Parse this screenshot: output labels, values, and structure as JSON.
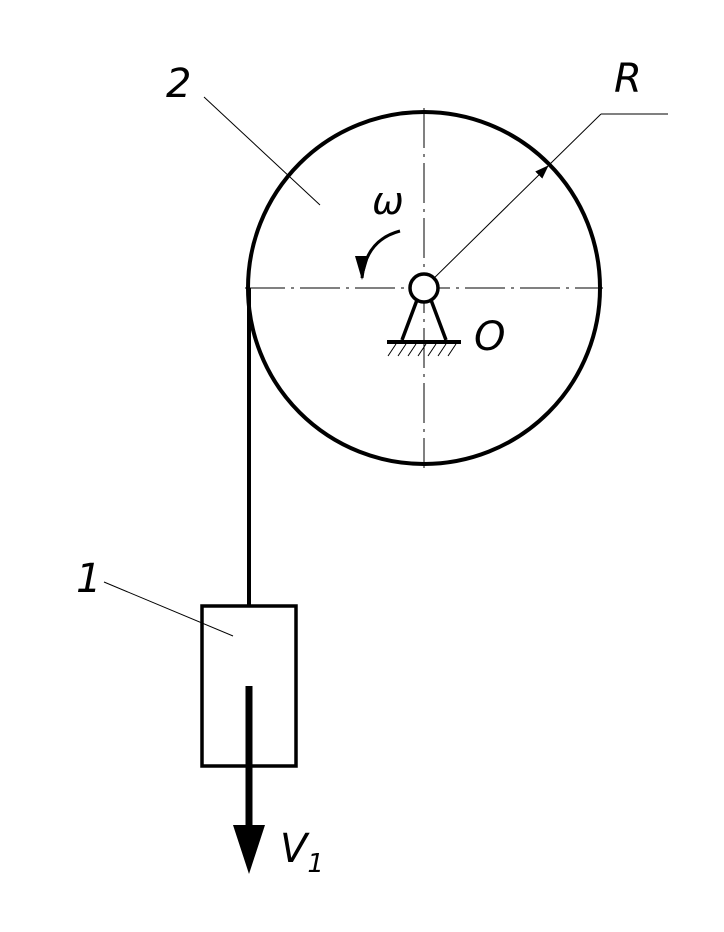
{
  "labels": {
    "disk": "2",
    "radius": "R",
    "omega": "ω",
    "center": "O",
    "block": "1",
    "velocity_main": "V",
    "velocity_sub": "1"
  }
}
